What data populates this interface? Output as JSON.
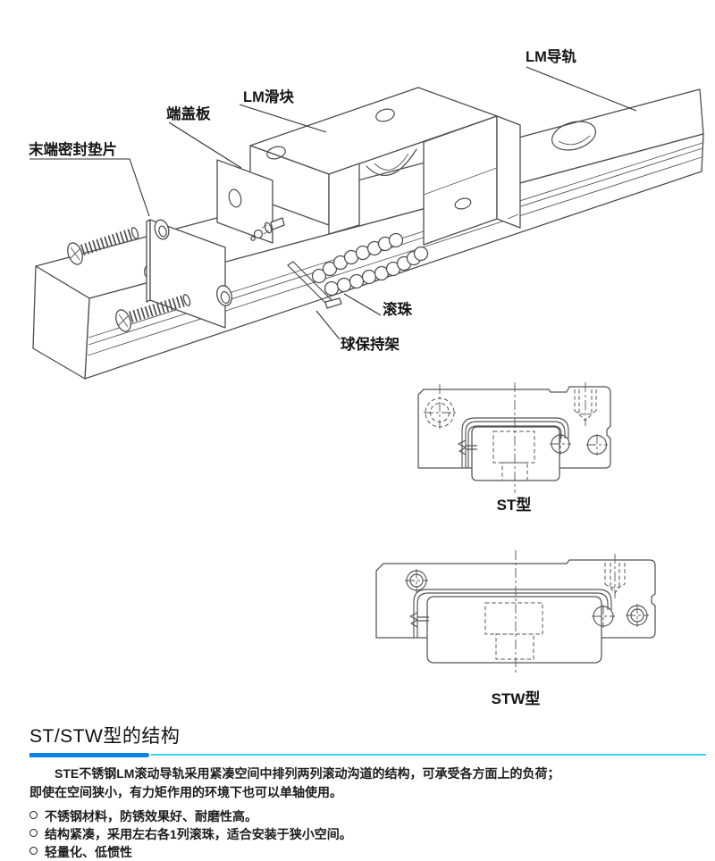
{
  "diagram": {
    "callouts": {
      "rail": "LM导轨",
      "block": "LM滑块",
      "end_plate": "端盖板",
      "end_seal": "末端密封垫片",
      "ball": "滚珠",
      "cage": "球保持架"
    },
    "sections": {
      "st": "ST型",
      "stw": "STW型"
    }
  },
  "article": {
    "title": "ST/STW型的结构",
    "paragraph_lines": [
      "STE不锈钢LM滚动导轨采用紧凑空间中排列两列滚动沟道的结构，可承受各方面上的负荷；",
      "即使在空间狭小，有力矩作用的环境下也可以单轴使用。"
    ],
    "bullets": [
      "不锈钢材料，防锈效果好、耐磨性高。",
      "结构紧凑，采用左右各1列滚珠，适合安装于狭小空间。",
      "轻量化、低惯性"
    ],
    "colors": {
      "accent_dark": "#0b82e8",
      "accent_light": "#35d3f5",
      "line_art": "#4d4d4d"
    }
  }
}
